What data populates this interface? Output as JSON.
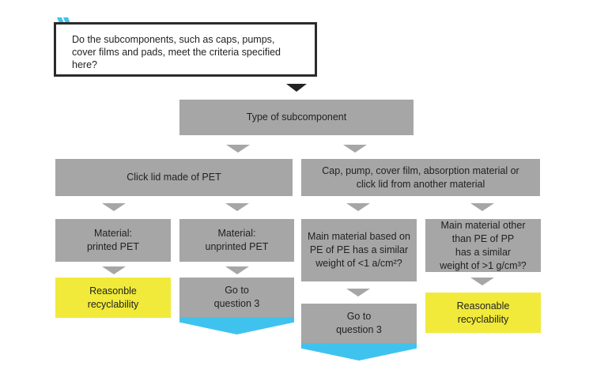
{
  "question": "Do the subcomponents, such as caps, pumps,\ncover films and pads, meet the criteria specified\nhere?",
  "type_box": "Type of subcomponent",
  "left_branch": "Click lid made of PET",
  "right_branch": "Cap, pump, cover film, absorption material or\nclick lid from another material",
  "printed_pet": "Material:\nprinted PET",
  "unprinted_pet": "Material:\nunprinted PET",
  "pe_criterion": "Main material based on\nPE of PE has a similar\nweight of <1 a/cm²?",
  "pp_criterion": "Main material other\nthan PE of PP\nhas a similar\nweight of >1 g/cm³?",
  "result_printed": "Reasonble\nrecyclability",
  "result_unprinted": "Go to\nquestion 3",
  "result_pe": "Go to\nquestion 3",
  "result_pp": "Reasonable\nrecyclability",
  "colors": {
    "box_gray": "#a6a6a6",
    "result_yellow": "#f1ea3a",
    "accent_blue": "#3fc3ee",
    "border_dark": "#2b2b2b"
  }
}
